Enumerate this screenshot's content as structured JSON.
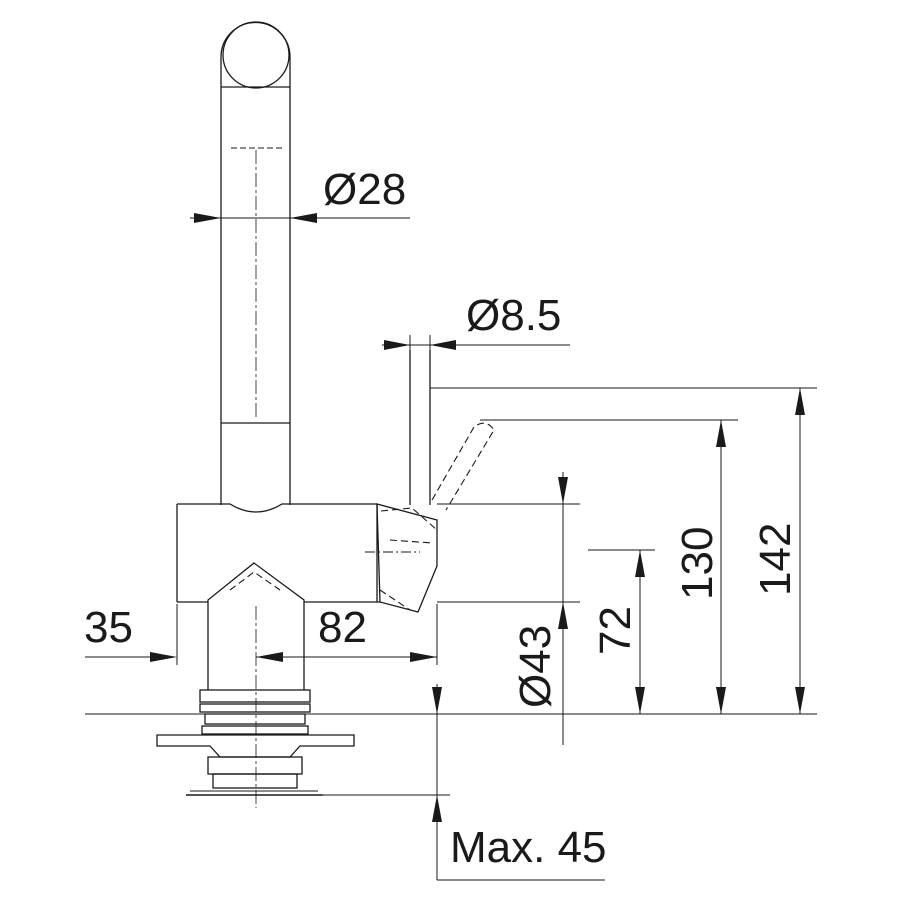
{
  "drawing": {
    "dimensions": {
      "spout_diameter": "Ø28",
      "lever_diameter": "Ø8.5",
      "body_diameter": "Ø43",
      "offset_left": "35",
      "width_82": "82",
      "height_72": "72",
      "height_130": "130",
      "height_142": "142",
      "max_thickness": "Max. 45"
    }
  }
}
